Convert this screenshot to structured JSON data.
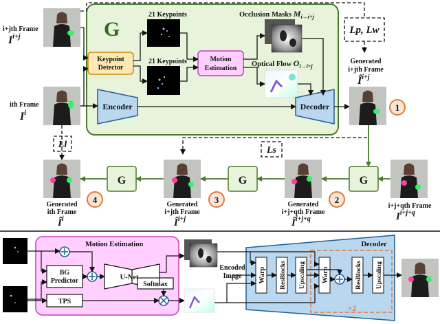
{
  "top": {
    "big_g": "G",
    "keypoints_top": "21 Keypoints",
    "keypoints_mid": "21 Keypoints",
    "keypoint_detector": [
      "Keypoint",
      "Detector"
    ],
    "occlusion_label": "Occlusion Masks",
    "occlusion_math": "M",
    "occlusion_sub": "i→i+j",
    "optical_label": "Optical Flow",
    "optical_math": "O",
    "optical_sub": "i→i+j",
    "motion_estimation": [
      "Motion",
      "Estimation"
    ],
    "encoder": "Encoder",
    "decoder": "Decoder",
    "input_ij_label": "i+jth Frame",
    "input_ij_math": "I",
    "input_ij_sup": "i+j",
    "input_i_label": "ith Frame",
    "input_i_math": "I",
    "input_i_sup": "i",
    "loss_pw": "Lp, Lw",
    "loss_l": "Ll",
    "loss_s": "Ls",
    "generated_top": [
      "Generated",
      "i+jth Frame"
    ],
    "generated_top_math": "Î",
    "generated_top_sup": "i+j",
    "circle1": "1"
  },
  "bottom_row": {
    "g_labels": [
      "G",
      "G",
      "G"
    ],
    "circles": [
      "4",
      "3",
      "2"
    ],
    "gen_i": [
      "Generated",
      "ith Frame"
    ],
    "gen_i_math": "Î",
    "gen_i_sup": "i",
    "gen_ij": [
      "Generated",
      "i+jth Frame"
    ],
    "gen_ij_math": "Î",
    "gen_ij_sup": "i+j",
    "gen_ijq": [
      "Generated",
      "i+j+qth Frame"
    ],
    "gen_ijq_math": "Î",
    "gen_ijq_sup": "i+j+q",
    "input_ijq": "i+j+qth Frame",
    "input_ijq_math": "I",
    "input_ijq_sup": "i+j+q"
  },
  "detail": {
    "motion_estimation": "Motion Estimation",
    "bg_predictor": [
      "BG",
      "Predictor"
    ],
    "unet": "U-Net",
    "softmax": "Softmax",
    "tps": "TPS",
    "encoded_image": [
      "Encoded",
      "Image"
    ],
    "warp1": "Warp",
    "resblocks1": "ResBlocks",
    "upscaling1": "Upscaling",
    "warp2": "Warp",
    "resblocks2": "ResBlocks",
    "upscaling2": "Upscaling",
    "decoder": "Decoder",
    "times2": "×2"
  },
  "colors": {
    "green_bg": "#e8f3dc",
    "green_border": "#4a7a2a",
    "keypoint_fill": "#fde9b3",
    "keypoint_border": "#d08a00",
    "motion_fill": "#ffd0ff",
    "motion_border": "#c040c0",
    "blue_fill": "#b9d8ef",
    "blue_border": "#1f5e93",
    "orange": "#e07a3a",
    "orange_fill": "#fbe5d6"
  }
}
